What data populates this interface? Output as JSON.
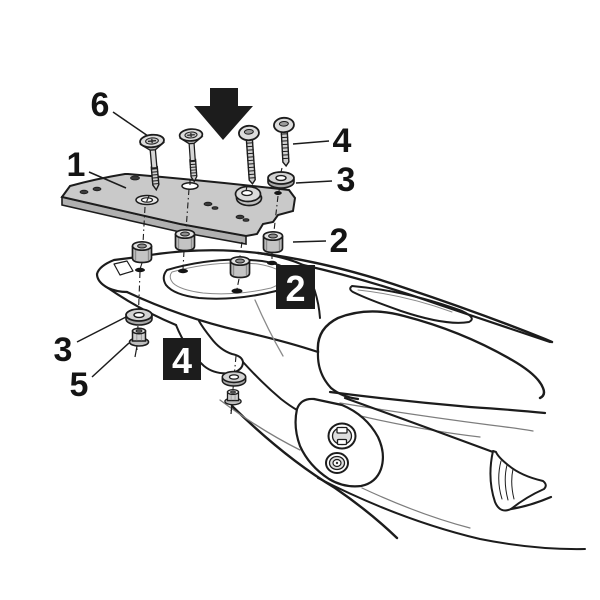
{
  "title": "Top case mounting plate assembly diagram",
  "colors": {
    "background": "#ffffff",
    "line": "#1c1c1c",
    "plate_fill": "#c9c9c9",
    "plate_edge": "#b0b0b0",
    "metal": "#d6d6d6",
    "metal_dark": "#9a9a9a",
    "badge_bg": "#1c1c1c",
    "badge_text": "#ffffff",
    "label_color": "#141414"
  },
  "callouts": [
    {
      "label": "6",
      "part": "countersunk-screw"
    },
    {
      "label": "1",
      "part": "mounting-plate"
    },
    {
      "label": "4",
      "part": "button-head-screw"
    },
    {
      "label": "3",
      "part": "washer-upper"
    },
    {
      "label": "2",
      "part": "spacer-bushing"
    },
    {
      "label": "3",
      "part": "washer-lower"
    },
    {
      "label": "5",
      "part": "flange-nut"
    }
  ],
  "step_badges": [
    {
      "label": "2"
    },
    {
      "label": "4"
    }
  ]
}
